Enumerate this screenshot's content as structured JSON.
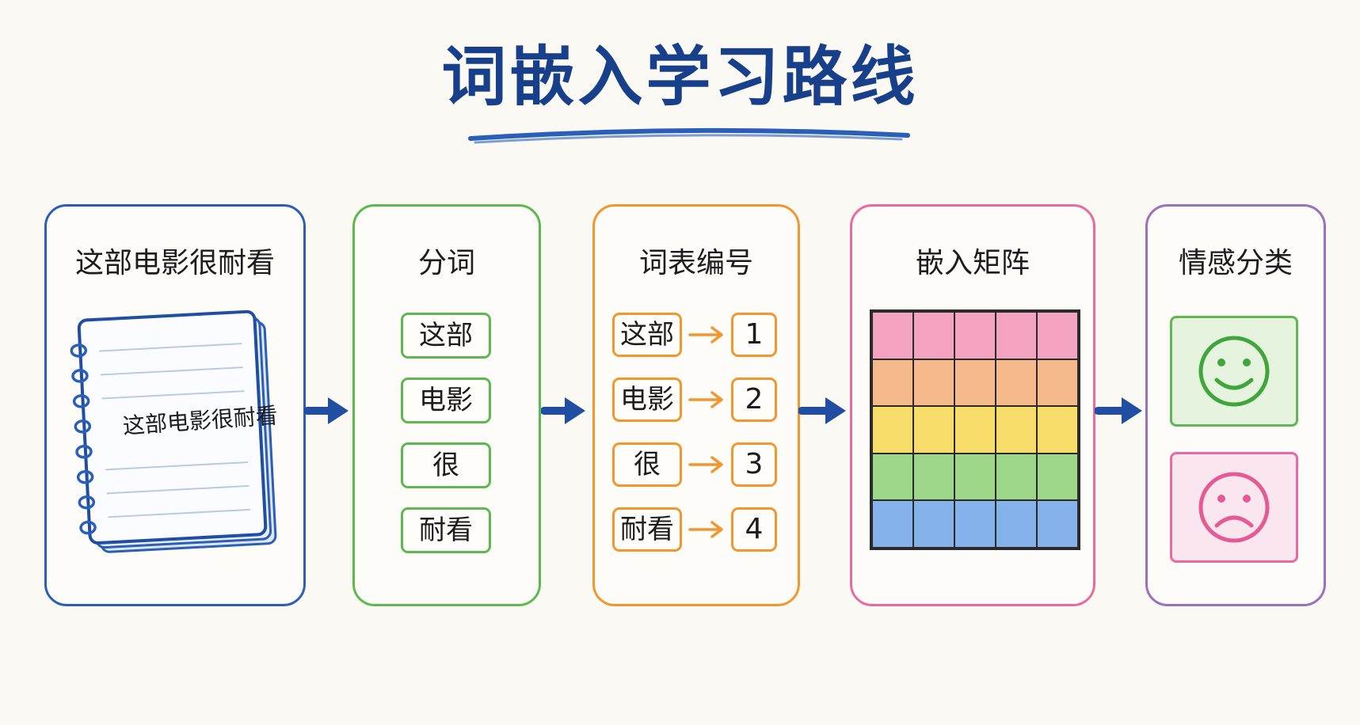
{
  "title": "词嵌入学习路线",
  "panels": {
    "sentence": {
      "title": "这部电影很耐看",
      "notebook_text": "这部电影很耐看"
    },
    "tokenize": {
      "title": "分词",
      "tokens": [
        "这部",
        "电影",
        "很",
        "耐看"
      ]
    },
    "vocab": {
      "title": "词表编号",
      "rows": [
        {
          "token": "这部",
          "id": "1"
        },
        {
          "token": "电影",
          "id": "2"
        },
        {
          "token": "很",
          "id": "3"
        },
        {
          "token": "耐看",
          "id": "4"
        }
      ]
    },
    "embedding": {
      "title": "嵌入矩阵",
      "row_colors": [
        "#f3a3c0",
        "#f5b98c",
        "#f8dc6a",
        "#9ed68a",
        "#85b2ea"
      ]
    },
    "sentiment": {
      "title": "情感分类",
      "faces": [
        "happy-face",
        "sad-face"
      ]
    }
  },
  "colors": {
    "blue": "#2a5fb8",
    "green": "#5cb84f",
    "orange": "#f2962e",
    "pink": "#ea6aa0",
    "purple": "#9a70c0",
    "title": "#173f8a"
  }
}
